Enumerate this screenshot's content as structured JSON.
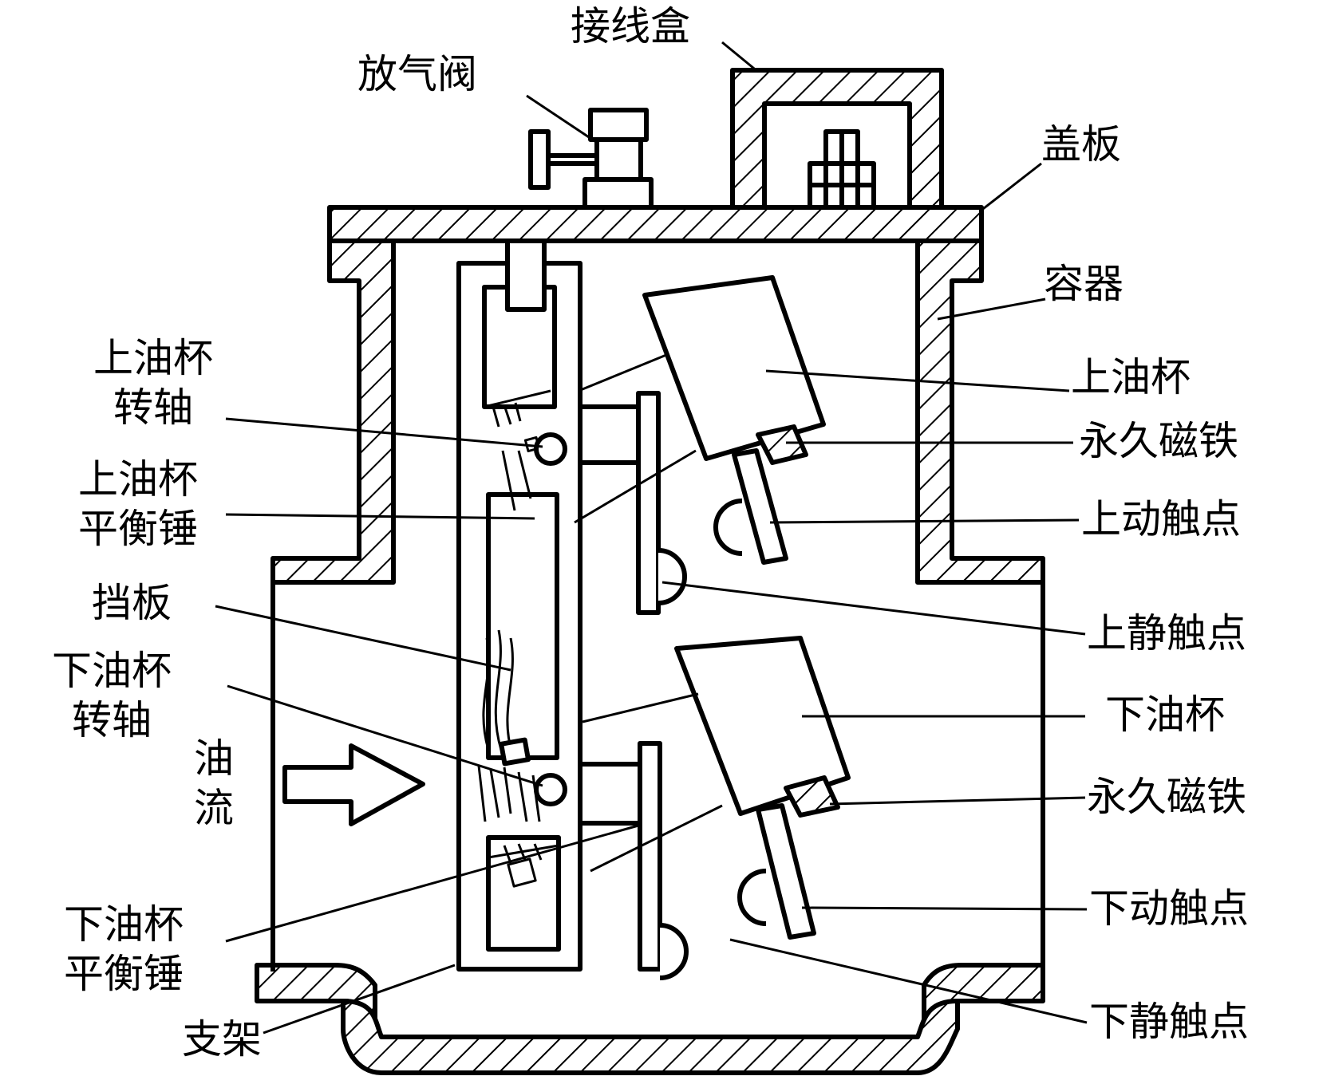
{
  "labels": {
    "junction_box": "接线盒",
    "vent_valve": "放气阀",
    "cover_plate": "盖板",
    "container": "容器",
    "upper_cup_right": "上油杯",
    "magnet_upper": "永久磁铁",
    "upper_moving_contact": "上动触点",
    "upper_static_contact": "上静触点",
    "lower_cup_right": "下油杯",
    "magnet_lower": "永久磁铁",
    "lower_moving_contact": "下动触点",
    "lower_static_contact": "下静触点",
    "upper_cup_shaft": [
      "上油杯",
      "转轴"
    ],
    "upper_cup_counterweight": [
      "上油杯",
      "平衡锤"
    ],
    "baffle": "挡板",
    "lower_cup_shaft": [
      "下油杯",
      "转轴"
    ],
    "oil_flow": [
      "油",
      "流"
    ],
    "lower_cup_counterweight": [
      "下油杯",
      "平衡锤"
    ],
    "bracket": "支架"
  },
  "colors": {
    "line": "#000000",
    "background": "#ffffff"
  }
}
